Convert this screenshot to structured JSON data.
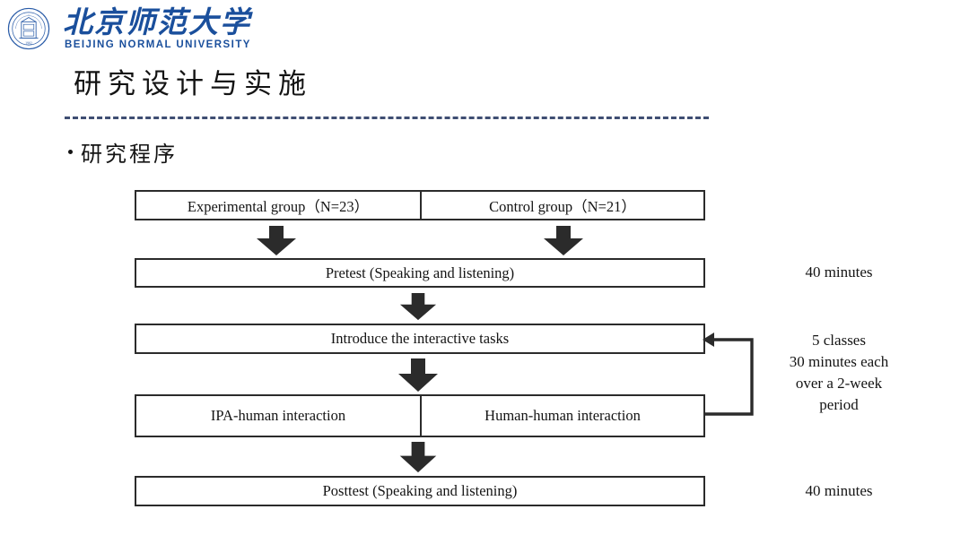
{
  "brand": {
    "seal_icon": "university-seal-icon",
    "name_cn": "北京师范大学",
    "name_en": "BEIJING NORMAL UNIVERSITY",
    "color": "#1a4f9c"
  },
  "slide": {
    "title": "研究设计与实施",
    "rule_color": "#3f4e73",
    "bullet": "研究程序"
  },
  "flowchart": {
    "row1": {
      "left": "Experimental group（N=23）",
      "right": "Control group（N=21）"
    },
    "row2": {
      "label": "Pretest (Speaking and listening)"
    },
    "row3": {
      "label": "Introduce the interactive tasks"
    },
    "row4": {
      "left": "IPA-human interaction",
      "right": "Human-human interaction"
    },
    "row5": {
      "label": "Posttest (Speaking and listening)"
    },
    "notes": {
      "pretest_duration": "40 minutes",
      "loop_line1": "5 classes",
      "loop_line2": "30 minutes each",
      "loop_line3": "over a 2-week",
      "loop_line4": "period",
      "posttest_duration": "40 minutes"
    },
    "arrow_color": "#2b2b2b",
    "box_border_color": "#2b2b2b"
  }
}
